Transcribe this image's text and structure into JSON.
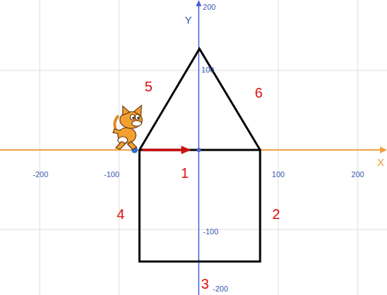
{
  "diagram": {
    "labels": [
      "Y",
      "200",
      "100",
      "-100",
      "-200",
      "-200",
      "-100",
      "100",
      "200",
      "X",
      "1",
      "2",
      "3",
      "4",
      "5",
      "6"
    ]
  }
}
